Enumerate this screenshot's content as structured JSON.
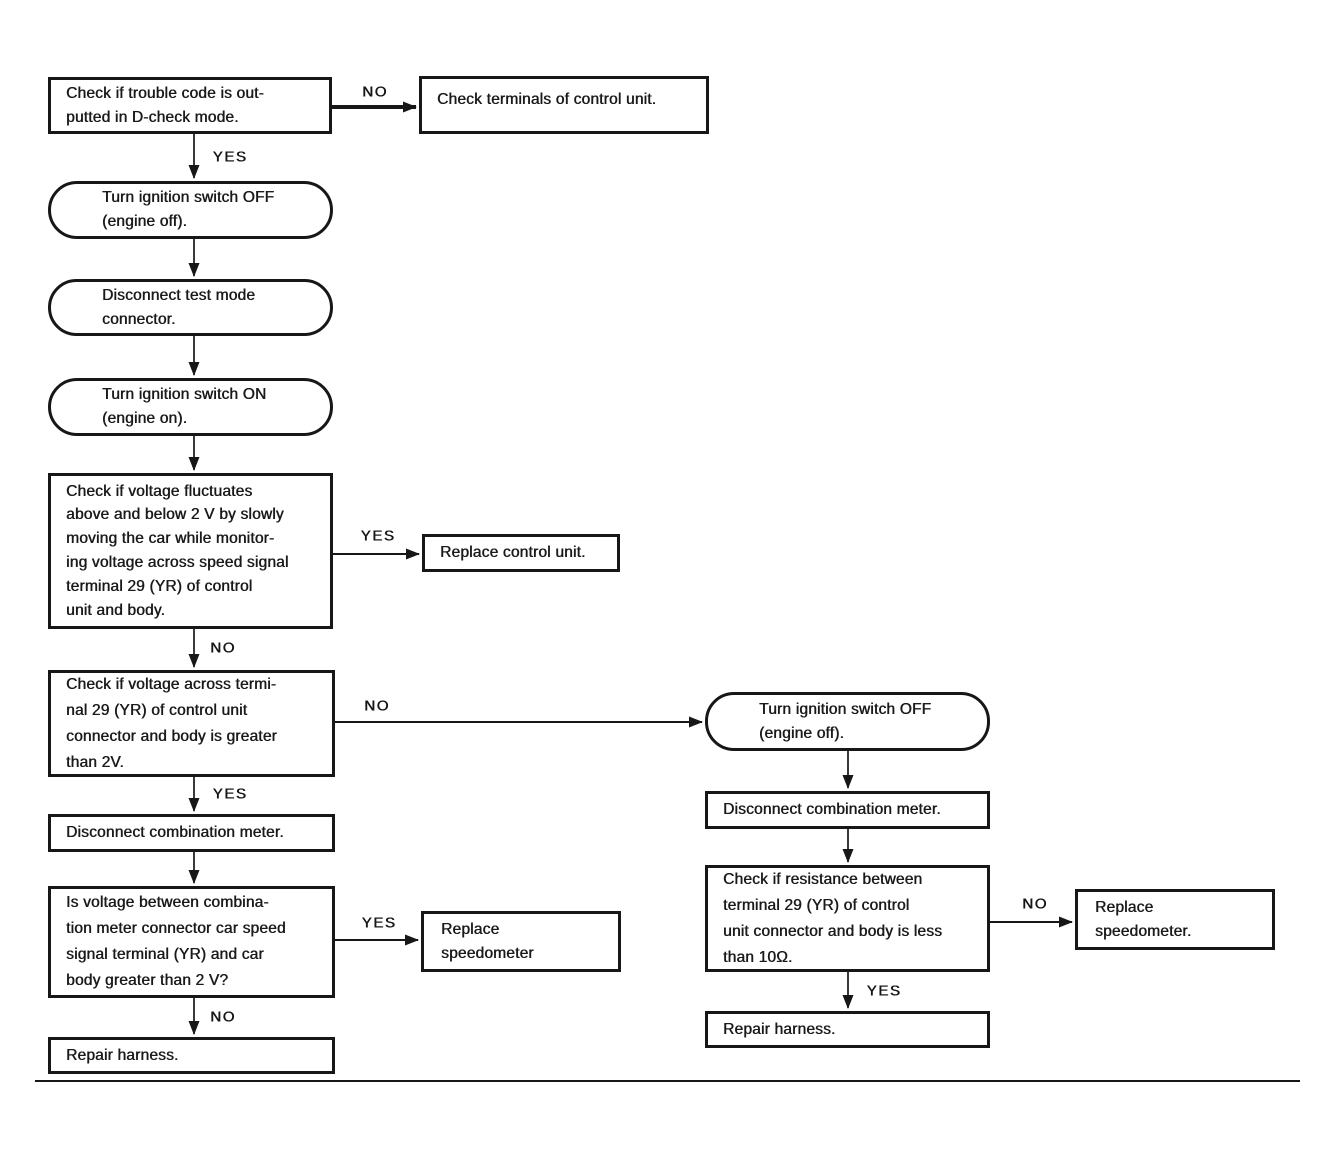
{
  "page": {
    "colors": {
      "ink": "#1a1a1a",
      "background": "#ffffff"
    }
  },
  "flowchart": {
    "nodes": {
      "check_trouble_code": {
        "shape": "rect",
        "lines": [
          "Check if trouble code is out-",
          "putted in D-check mode."
        ]
      },
      "check_terminals": {
        "shape": "rect",
        "lines": [
          "Check terminals of control unit."
        ]
      },
      "ignition_off_1": {
        "shape": "rounded",
        "lines": [
          "Turn ignition switch OFF",
          "(engine off)."
        ]
      },
      "disconnect_test_mode": {
        "shape": "rounded",
        "lines": [
          "Disconnect test mode",
          "connector."
        ]
      },
      "ignition_on": {
        "shape": "rounded",
        "lines": [
          "Turn ignition switch ON",
          "(engine on)."
        ]
      },
      "check_voltage_fluctuates": {
        "shape": "rect",
        "lines": [
          "Check if voltage fluctuates",
          "above and below 2 V by slowly",
          "moving the car while monitor-",
          "ing voltage across speed signal",
          "terminal 29 (YR) of control",
          "unit and body."
        ]
      },
      "replace_control_unit": {
        "shape": "rect",
        "lines": [
          "Replace control unit."
        ]
      },
      "check_voltage_terminal29": {
        "shape": "rect",
        "lines": [
          "Check if voltage across termi-",
          "nal 29 (YR) of control unit",
          "connector and body is greater",
          "than 2V."
        ]
      },
      "ignition_off_2": {
        "shape": "rounded",
        "lines": [
          "Turn ignition switch OFF",
          "(engine off)."
        ]
      },
      "disconnect_combination_meter_left": {
        "shape": "rect",
        "lines": [
          "Disconnect combination meter."
        ]
      },
      "voltage_combination_meter_question": {
        "shape": "rect",
        "lines": [
          "Is voltage between combina-",
          "tion meter connector car speed",
          "signal terminal (YR) and car",
          "body greater than 2 V?"
        ]
      },
      "replace_speedometer_left": {
        "shape": "rect",
        "lines": [
          "Replace",
          "speedometer"
        ]
      },
      "repair_harness_left": {
        "shape": "rect",
        "lines": [
          "Repair harness."
        ]
      },
      "disconnect_combination_meter_right": {
        "shape": "rect",
        "lines": [
          "Disconnect combination meter."
        ]
      },
      "check_resistance": {
        "shape": "rect",
        "lines": [
          "Check if resistance between",
          "terminal 29 (YR) of control",
          "unit connector and body is less",
          "than 10Ω."
        ]
      },
      "replace_speedometer_right": {
        "shape": "rect",
        "lines": [
          "Replace",
          "speedometer."
        ]
      },
      "repair_harness_right": {
        "shape": "rect",
        "lines": [
          "Repair harness."
        ]
      }
    },
    "edges": [
      {
        "from": "check_trouble_code",
        "to": "check_terminals",
        "label": "NO"
      },
      {
        "from": "check_trouble_code",
        "to": "ignition_off_1",
        "label": "YES"
      },
      {
        "from": "ignition_off_1",
        "to": "disconnect_test_mode",
        "label": ""
      },
      {
        "from": "disconnect_test_mode",
        "to": "ignition_on",
        "label": ""
      },
      {
        "from": "ignition_on",
        "to": "check_voltage_fluctuates",
        "label": ""
      },
      {
        "from": "check_voltage_fluctuates",
        "to": "replace_control_unit",
        "label": "YES"
      },
      {
        "from": "check_voltage_fluctuates",
        "to": "check_voltage_terminal29",
        "label": "NO"
      },
      {
        "from": "check_voltage_terminal29",
        "to": "ignition_off_2",
        "label": "NO"
      },
      {
        "from": "check_voltage_terminal29",
        "to": "disconnect_combination_meter_left",
        "label": "YES"
      },
      {
        "from": "disconnect_combination_meter_left",
        "to": "voltage_combination_meter_question",
        "label": ""
      },
      {
        "from": "voltage_combination_meter_question",
        "to": "replace_speedometer_left",
        "label": "YES"
      },
      {
        "from": "voltage_combination_meter_question",
        "to": "repair_harness_left",
        "label": "NO"
      },
      {
        "from": "ignition_off_2",
        "to": "disconnect_combination_meter_right",
        "label": ""
      },
      {
        "from": "disconnect_combination_meter_right",
        "to": "check_resistance",
        "label": ""
      },
      {
        "from": "check_resistance",
        "to": "replace_speedometer_right",
        "label": "NO"
      },
      {
        "from": "check_resistance",
        "to": "repair_harness_right",
        "label": "YES"
      }
    ]
  }
}
